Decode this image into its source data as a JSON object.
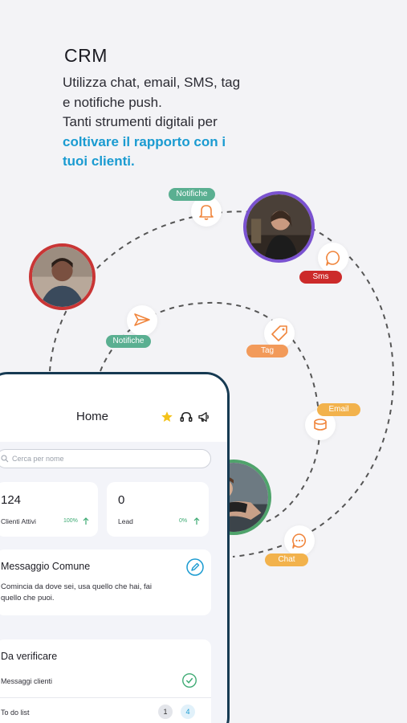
{
  "hero": {
    "title": "CRM",
    "lines": [
      "Utilizza chat, email, SMS, tag",
      "e notifiche push.",
      "Tanti strumenti digitali per"
    ],
    "highlight": [
      "coltivare il rapporto con i",
      "tuoi clienti."
    ]
  },
  "channels": {
    "notifiche_top": "Notifiche",
    "notifiche_left": "Notifiche",
    "sms": "Sms",
    "tag": "Tag",
    "email": "Email",
    "chat": "Chat"
  },
  "icons": {
    "bell": "bell-icon",
    "chat_bubble": "chat-bubble-icon",
    "send": "send-icon",
    "tag": "tag-icon",
    "email_stack": "email-icon",
    "chat_dots": "chat-dots-icon"
  },
  "colors": {
    "accent": "#1a9bd1",
    "notifiche": "#5aaf91",
    "tag": "#f29a5a",
    "sms": "#cc2a2a",
    "email": "#f2b24c",
    "chat": "#f2b24c",
    "phone_frame": "#163a52",
    "avatar_left_ring": "#c93535",
    "avatar_top_ring": "#7a52d0",
    "avatar_bottom_ring": "#4fa36b"
  },
  "app": {
    "title": "Home",
    "header_icons": [
      "star-icon",
      "headset-icon",
      "megaphone-icon"
    ],
    "search_placeholder": "Cerca per nome",
    "stats": [
      {
        "value": "124",
        "label": "Clienti Attivi",
        "pct": "100%"
      },
      {
        "value": "0",
        "label": "Lead",
        "pct": "0%"
      }
    ],
    "common_message": {
      "title": "Messaggio Comune",
      "text": "Comincia da dove sei, usa quello che hai, fai quello che puoi."
    },
    "to_verify": {
      "title": "Da verificare",
      "rows": [
        {
          "label": "Messaggi clienti"
        },
        {
          "label": "To do list",
          "counts": [
            "1",
            "4"
          ]
        }
      ]
    }
  }
}
